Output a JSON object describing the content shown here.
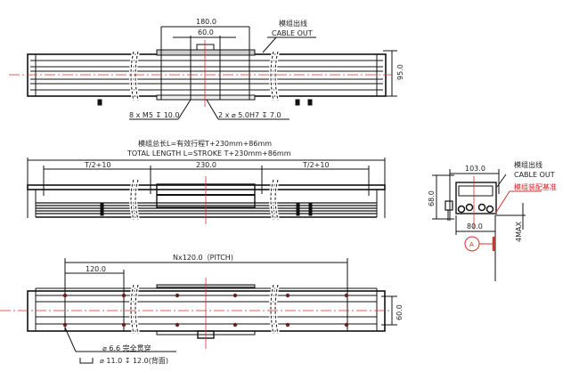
{
  "top_view": {
    "dim_carriage": "180.0",
    "dim_holes": "60.0",
    "cable_out_cn": "模组出线",
    "cable_out_en": "CABLE OUT",
    "height": "95.0",
    "note_tapped": "8 x  M5 ↧ 10.0",
    "note_pin": "2 x  ⌀ 5.0H7  ↧  7.0"
  },
  "side_view": {
    "title_cn": "模组总长L=有效行程T+230mm+86mm",
    "title_en": "TOTAL LENGTH L=STROKE T+230mm+86mm",
    "dim_left": "T/2+10",
    "dim_center": "230.0",
    "dim_right": "T/2+10"
  },
  "end_view": {
    "width": "103.0",
    "height": "68.0",
    "base": "80.0",
    "max": "4MAX",
    "cable_out_cn": "模组出线",
    "cable_out_en": "CABLE OUT",
    "datum_cn": "模组装配基准",
    "datum_label": "A"
  },
  "bottom_view": {
    "pitch": "Nx120.0（PITCH)",
    "first": "120.0",
    "width": "60.0",
    "hole_through": "⌀ 6.6 完全贯穿",
    "counterbore": "⌀ 11.0 ↧ 12.0(背面)"
  },
  "colors": {
    "line": "#111111",
    "center": "#d9302a",
    "fill": "#cccccc"
  }
}
